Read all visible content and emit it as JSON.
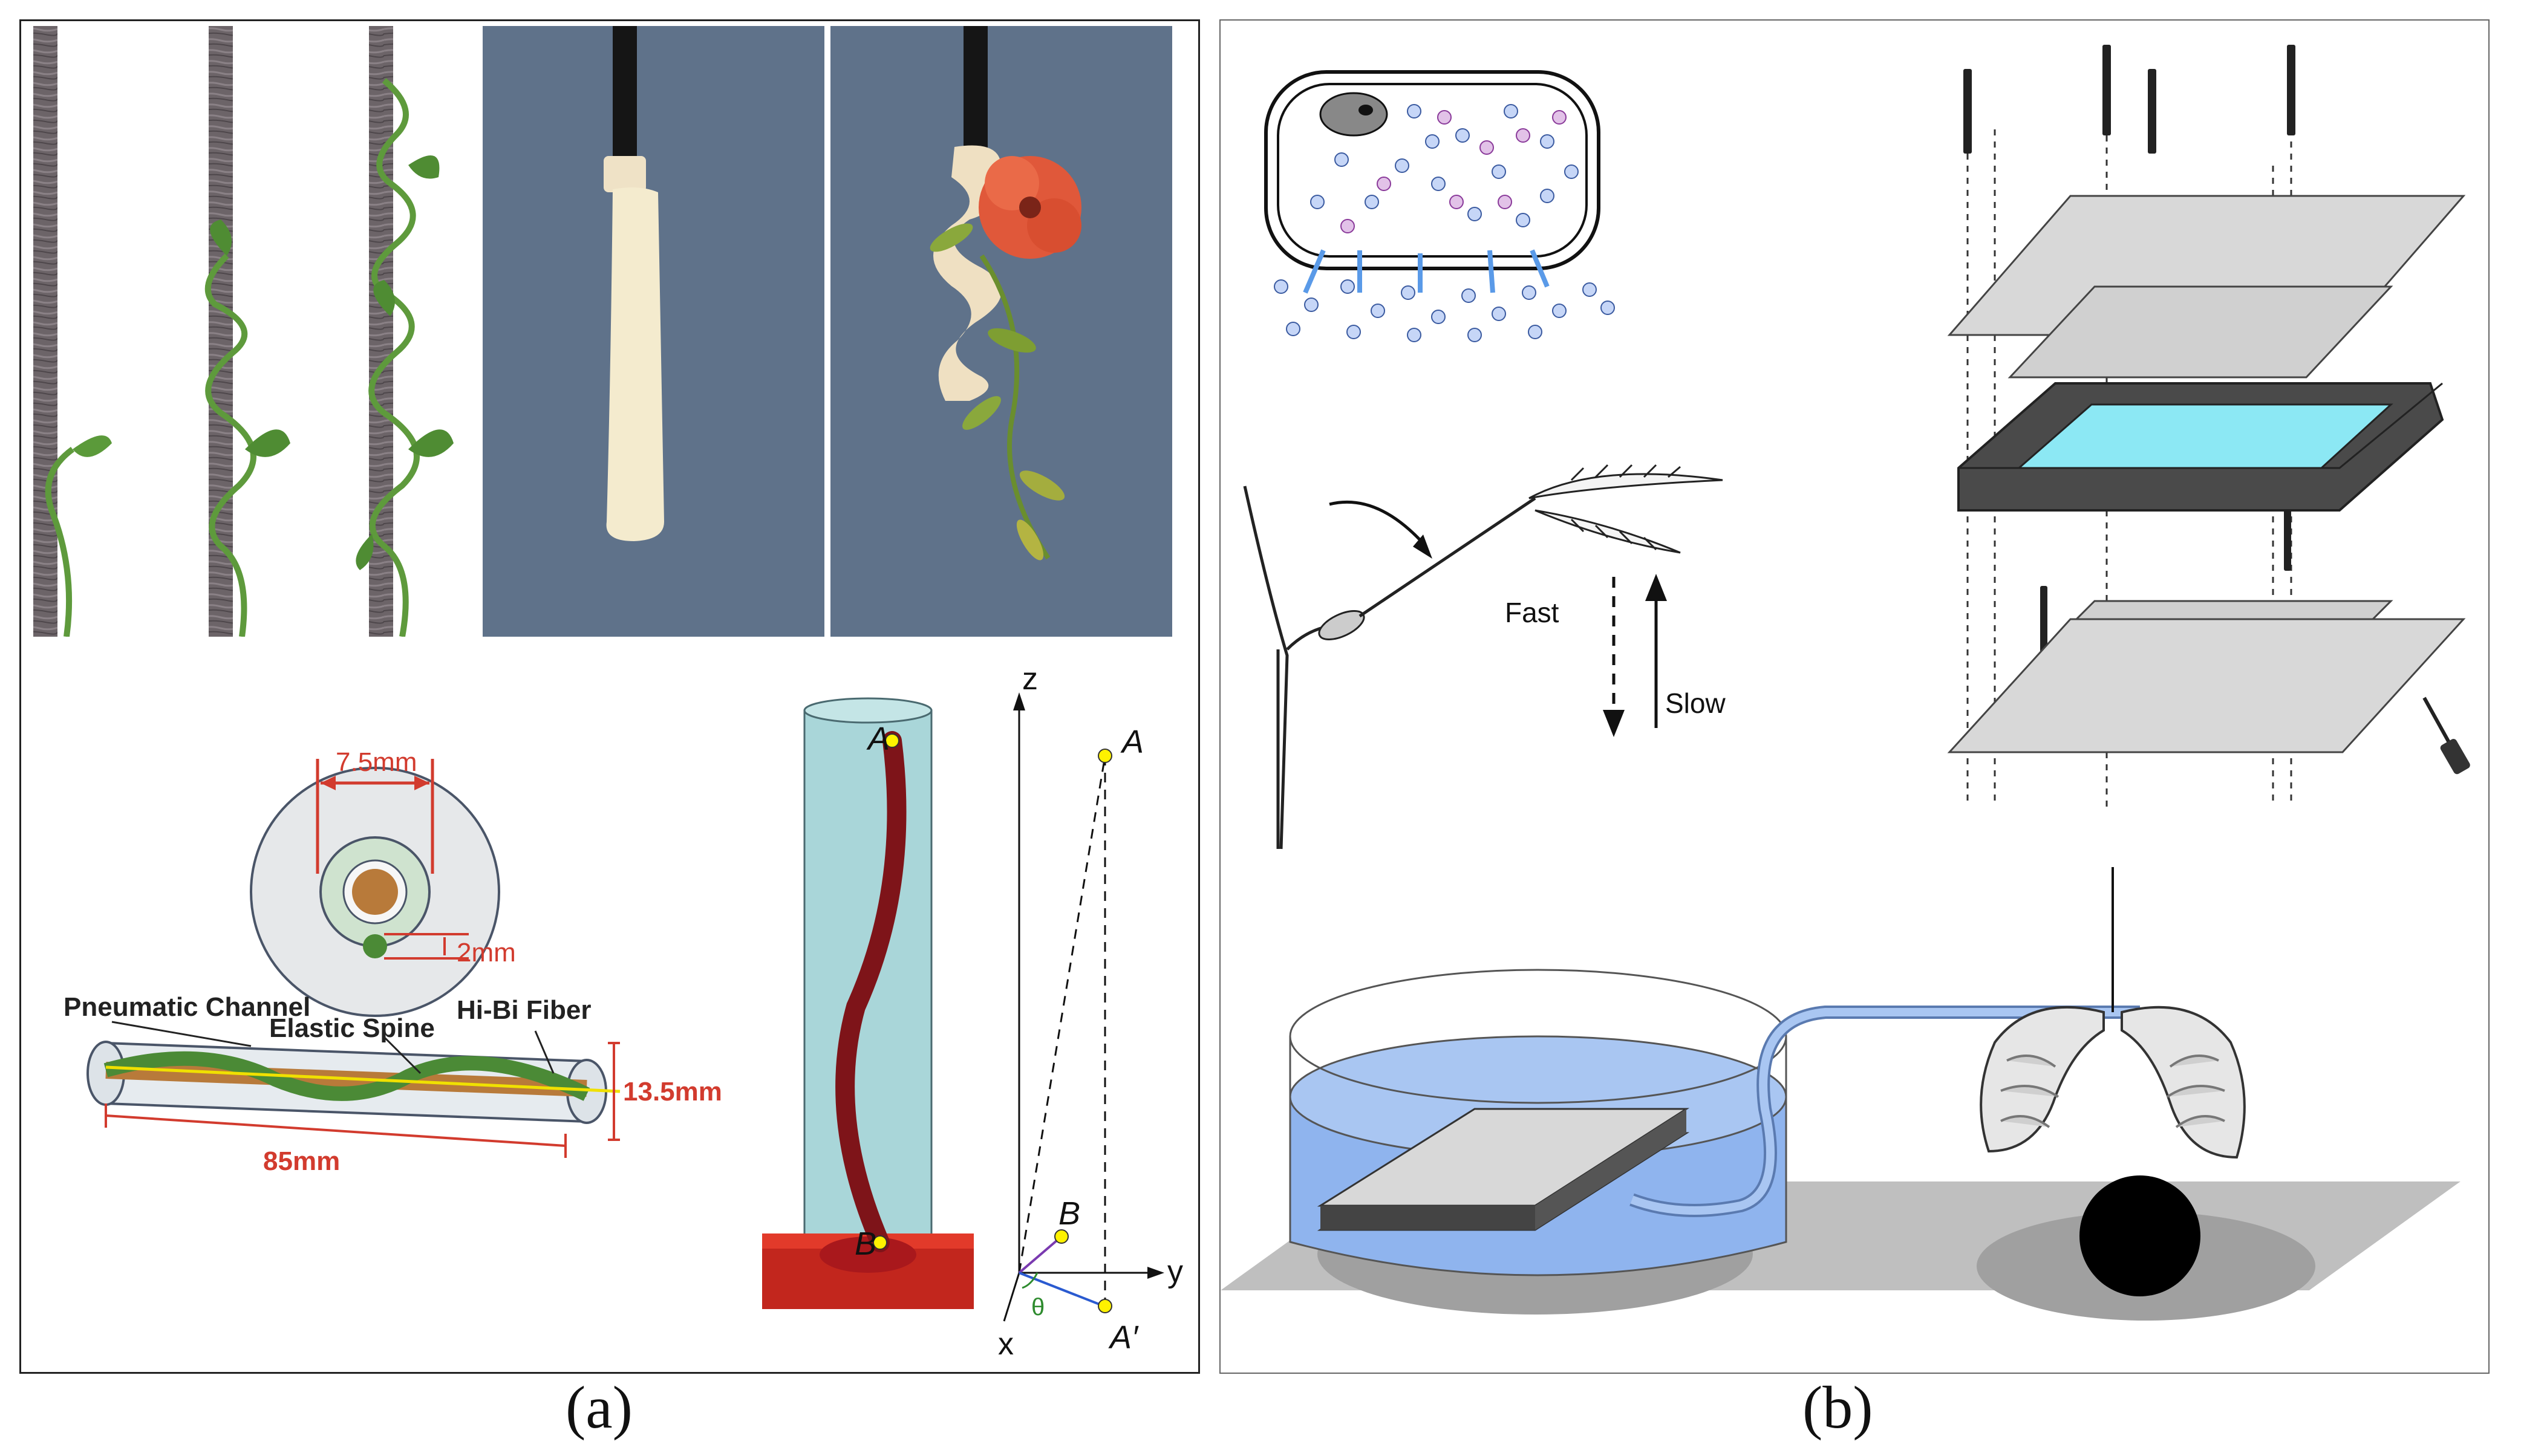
{
  "captions": {
    "a": "(a)",
    "b": "(b)"
  },
  "panel_a": {
    "cross_section": {
      "dim_outer": "7.5mm",
      "dim_inner": "2mm"
    },
    "tube": {
      "label_channel": "Pneumatic Channel",
      "label_spine": "Elastic Spine",
      "label_fiber": "Hi-Bi Fiber",
      "dim_diameter": "13.5mm",
      "dim_length": "85mm"
    },
    "model": {
      "label_top": "A",
      "label_bottom": "B"
    },
    "axes": {
      "z": "z",
      "y": "y",
      "x": "x",
      "point_a": "A",
      "point_b": "B",
      "point_a_prime": "A′",
      "theta": "θ"
    }
  },
  "panel_b": {
    "mimosa": {
      "fast": "Fast",
      "slow": "Slow"
    }
  },
  "colors": {
    "dim_red": "#d23b2e",
    "tube_blue": "#a9d6d9",
    "water_blue": "#8fb4ee",
    "screen_cyan": "#8ce8f4"
  }
}
